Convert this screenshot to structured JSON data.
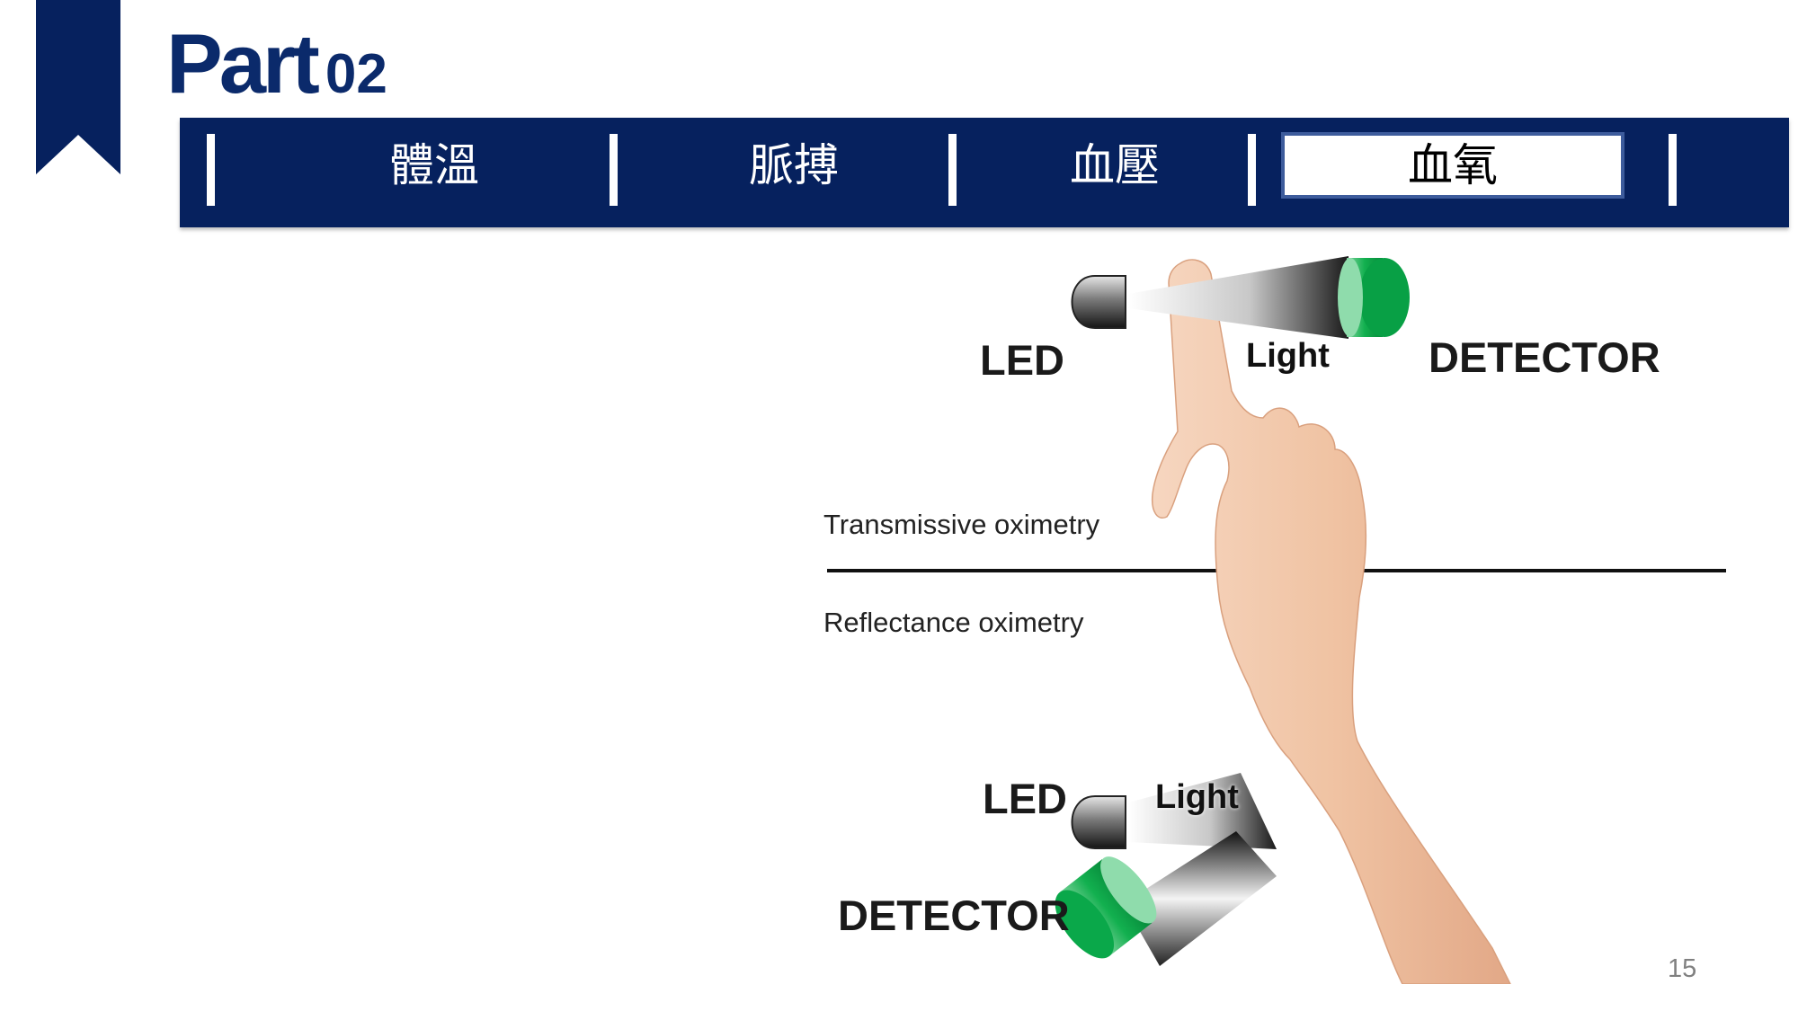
{
  "header": {
    "part_word": "Part",
    "part_number": "02"
  },
  "nav": {
    "tabs": [
      {
        "label": "體溫",
        "active": false
      },
      {
        "label": "脈搏",
        "active": false
      },
      {
        "label": "血壓",
        "active": false
      },
      {
        "label": "血氧",
        "active": true
      }
    ]
  },
  "figure": {
    "top_led": "LED",
    "top_light": "Light",
    "top_detector": "DETECTOR",
    "transmissive": "Transmissive oximetry",
    "reflectance": "Reflectance oximetry",
    "bottom_led": "LED",
    "bottom_light": "Light",
    "bottom_detector": "DETECTOR"
  },
  "colors": {
    "navy": "#06215e",
    "detector_green": "#0aa84a",
    "skin": "#f2c6a8"
  },
  "page_number": "15"
}
